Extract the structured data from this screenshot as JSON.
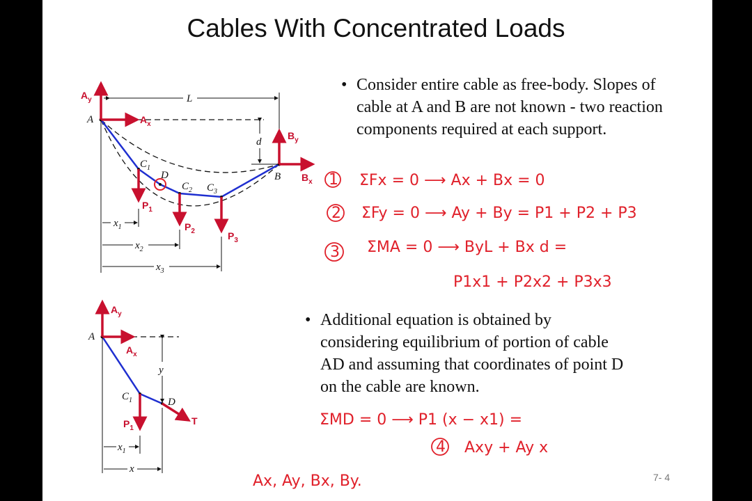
{
  "slide": {
    "title": "Cables With Concentrated Loads",
    "slide_number": "7- 4",
    "bullet1": {
      "symbol": "•",
      "lines": [
        "Consider entire cable as free-body.  Slopes of",
        "cable at A and B are not known - two reaction",
        "components required at each support."
      ]
    },
    "bullet2": {
      "symbol": "•",
      "lines": [
        "Additional equation is obtained by",
        "considering equilibrium of portion of cable",
        "AD and assuming that coordinates of point D",
        "on the cable are known."
      ]
    }
  },
  "figure1": {
    "labels": {
      "A": "A",
      "Ay": "A",
      "Ay_sub": "y",
      "Ax": "A",
      "Ax_sub": "x",
      "L": "L",
      "d": "d",
      "B": "B",
      "By": "B",
      "By_sub": "y",
      "Bx": "B",
      "Bx_sub": "x",
      "C1": "C",
      "C1_sub": "1",
      "D": "D",
      "C2": "C",
      "C2_sub": "2",
      "C3": "C",
      "C3_sub": "3",
      "P1": "P",
      "P1_sub": "1",
      "P2": "P",
      "P2_sub": "2",
      "P3": "P",
      "P3_sub": "3",
      "x1": "x",
      "x1_sub": "1",
      "x2": "x",
      "x2_sub": "2",
      "x3": "x",
      "x3_sub": "3"
    }
  },
  "figure2": {
    "labels": {
      "A": "A",
      "Ay": "A",
      "Ay_sub": "y",
      "Ax": "A",
      "Ax_sub": "x",
      "y": "y",
      "C1": "C",
      "C1_sub": "1",
      "D": "D",
      "T": "T",
      "P1": "P",
      "P1_sub": "1",
      "x1": "x",
      "x1_sub": "1",
      "x": "x"
    }
  },
  "handwriting": {
    "eq1_num": "1",
    "eq1": "ΣFx = 0 ⟶ Ax + Bx = 0",
    "eq2_num": "2",
    "eq2": "ΣFy = 0 ⟶ Ay + By = P1 + P2 + P3",
    "eq3_num": "3",
    "eq3": "ΣMA = 0 ⟶ ByL + Bx d =",
    "eq3b": "P1x1 + P2x2 + P3x3",
    "eq5": "ΣMD = 0 ⟶ P1 (x − x1) =",
    "eq4_num": "4",
    "eq4": "Axy + Ay x",
    "unknowns": "Ax, Ay, Bx, By."
  },
  "colors": {
    "cable": "#1f2fd0",
    "force": "#c8102e",
    "ink": "#e0202a",
    "background": "#000000",
    "slide": "#ffffff"
  }
}
